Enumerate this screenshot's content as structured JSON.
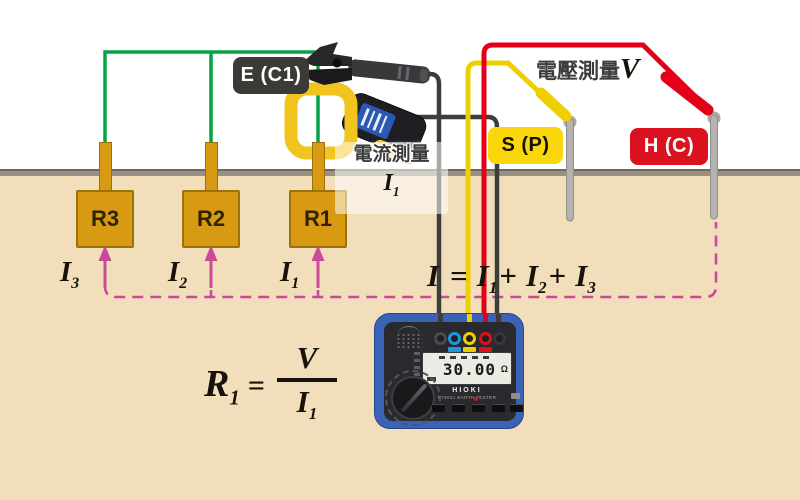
{
  "terminals": {
    "e": "E (C1)",
    "s": "S (P)",
    "h": "H (C)"
  },
  "annotations": {
    "current_measure": "電流測量",
    "current_symbol": {
      "base": "I",
      "sub": "1"
    },
    "voltage_measure": "電壓測量",
    "voltage_symbol": "V"
  },
  "electrodes": [
    {
      "label": "R3"
    },
    {
      "label": "R2"
    },
    {
      "label": "R1"
    }
  ],
  "current_arrows": [
    {
      "base": "I",
      "sub": "3"
    },
    {
      "base": "I",
      "sub": "2"
    },
    {
      "base": "I",
      "sub": "1"
    }
  ],
  "formulas": {
    "sum": {
      "lhs": "I",
      "eq": "=",
      "terms": [
        {
          "base": "I",
          "sub": "1",
          "op": "+"
        },
        {
          "base": "I",
          "sub": "2",
          "op": "+"
        },
        {
          "base": "I",
          "sub": "3",
          "op": ""
        }
      ]
    },
    "ratio": {
      "lhs_base": "R",
      "lhs_sub": "1",
      "eq": "=",
      "numerator": "V",
      "den_base": "I",
      "den_sub": "1"
    }
  },
  "meter": {
    "brand": "HIOKI",
    "model": "FT6041 EARTH TESTER",
    "display_value": "30.00",
    "display_unit": "Ω"
  },
  "colors": {
    "ground": "#f3debc",
    "ground_line": "#9b9183",
    "wire_green": "#06a345",
    "wire_yellow": "#eed000",
    "wire_red": "#e50019",
    "wire_black": "#3d3d3b",
    "dash_magenta": "#c94a97",
    "electrode_fill": "#d89a12",
    "label_e_bg": "#3b3a37",
    "label_s_bg": "#f9d70a",
    "label_h_bg": "#da1220",
    "meter_body": "#3a63b8"
  }
}
